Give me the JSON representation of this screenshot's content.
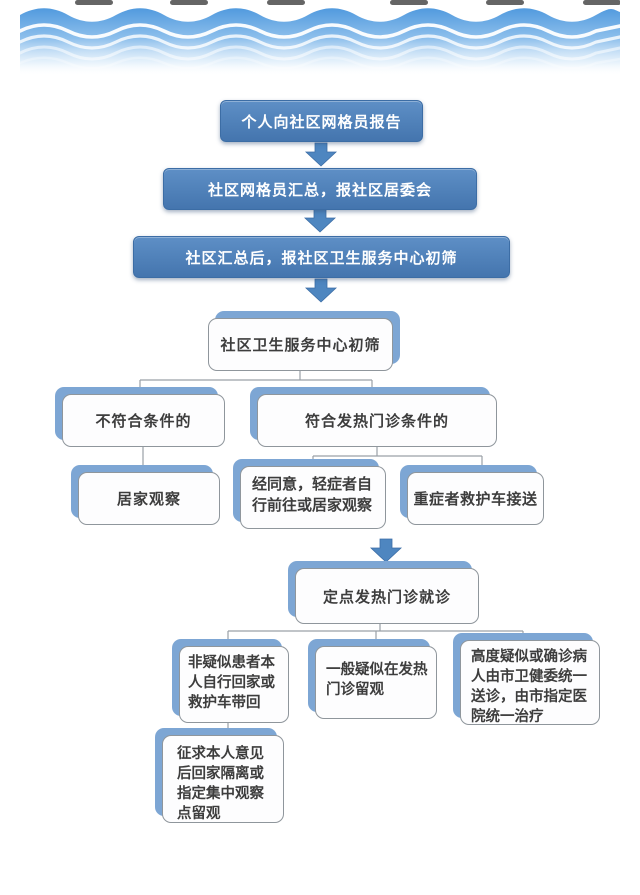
{
  "colors": {
    "solid_top": "#5e8fc6",
    "solid_bottom": "#4475ae",
    "solid_border": "#3c6da5",
    "shadow_blue": "#7da6d4",
    "box_bg": "#fdfdfe",
    "box_border": "#8f969c",
    "text_dark": "#3d3d3d",
    "text_light": "#ffffff",
    "connector": "#9aa0a6",
    "arrow_fill": "#4e86c0",
    "arrow_stroke": "#3d6ea6"
  },
  "decor": {
    "top_banner": "wave-pattern"
  },
  "nodes": {
    "report_individual": {
      "label": "个人向社区网格员报告"
    },
    "grid_summary": {
      "label": "社区网格员汇总，报社区居委会"
    },
    "community_report": {
      "label": "社区汇总后，报社区卫生服务中心初筛"
    },
    "center_screening": {
      "label": "社区卫生服务中心初筛"
    },
    "not_qualified": {
      "label": "不符合条件的"
    },
    "qualified": {
      "label": "符合发热门诊条件的"
    },
    "home_observation": {
      "label": "居家观察"
    },
    "mild_cases": {
      "label": "经同意，轻症者自行前往或居家观察"
    },
    "severe_cases": {
      "label": "重症者救护车接送"
    },
    "fever_clinic": {
      "label": "定点发热门诊就诊"
    },
    "non_suspected": {
      "label": "非疑似患者本人自行回家或救护车带回"
    },
    "general_suspected": {
      "label": "一般疑似在发热门诊留观"
    },
    "high_suspected": {
      "label": "高度疑似或确诊病人由市卫健委统一送诊，由市指定医院统一治疗"
    },
    "seek_opinion": {
      "label": "征求本人意见后回家隔离或指定集中观察点留观"
    }
  },
  "edges": [
    {
      "from": "report_individual",
      "to": "grid_summary",
      "type": "arrow"
    },
    {
      "from": "grid_summary",
      "to": "community_report",
      "type": "arrow"
    },
    {
      "from": "community_report",
      "to": "center_screening",
      "type": "arrow"
    },
    {
      "from": "center_screening",
      "to": "not_qualified",
      "type": "line"
    },
    {
      "from": "center_screening",
      "to": "qualified",
      "type": "line"
    },
    {
      "from": "not_qualified",
      "to": "home_observation",
      "type": "line"
    },
    {
      "from": "qualified",
      "to": "mild_cases",
      "type": "line"
    },
    {
      "from": "qualified",
      "to": "severe_cases",
      "type": "line"
    },
    {
      "from": "mild_cases",
      "to": "fever_clinic",
      "type": "arrow"
    },
    {
      "from": "fever_clinic",
      "to": "non_suspected",
      "type": "line"
    },
    {
      "from": "fever_clinic",
      "to": "general_suspected",
      "type": "line"
    },
    {
      "from": "fever_clinic",
      "to": "high_suspected",
      "type": "line"
    },
    {
      "from": "non_suspected",
      "to": "seek_opinion",
      "type": "line"
    }
  ]
}
